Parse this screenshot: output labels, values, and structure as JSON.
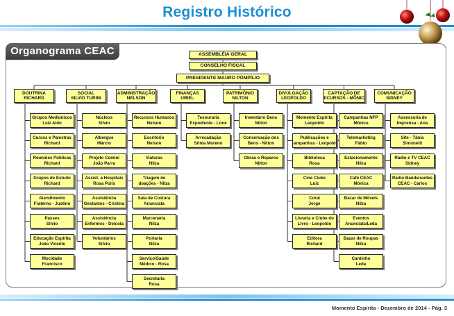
{
  "page_title": "Registro Histórico",
  "org_title": "Organograma  CEAC",
  "footer": "Momento Espírita -  Dezembro de 2014 - Pág. 3",
  "colors": {
    "title": "#1b8ed3",
    "box_fill": "#ffff9a",
    "stripe": "#1b8ed3"
  },
  "top": {
    "assembleia": "ASSEMBLÉIA GERAL",
    "conselho": "CONSELHO FISCAL",
    "presidente": "PRESIDENTE MAURO POMPÍLIO"
  },
  "departments": [
    {
      "l1": "DOUTRINA",
      "l2": "RICHARD",
      "items": [
        {
          "l1": "Grupos Mediúnicos",
          "l2": "Luiz Aldo"
        },
        {
          "l1": "Cursos e Palestras",
          "l2": "Richard"
        },
        {
          "l1": "Reuniões Públicas",
          "l2": "Richard"
        },
        {
          "l1": "Grupos de Estudo",
          "l2": "Richard"
        },
        {
          "l1": "Atendimento",
          "l2": "Fraterno - Justino"
        },
        {
          "l1": "Passes",
          "l2": "Silvio"
        },
        {
          "l1": "Educação Espírita",
          "l2": "João Vicente"
        },
        {
          "l1": "Mocidade",
          "l2": "Francisco"
        }
      ]
    },
    {
      "l1": "SOCIAL",
      "l2": "SILVIO TURINI",
      "items": [
        {
          "l1": "Núcleos",
          "l2": "Silvio"
        },
        {
          "l1": "Albergue",
          "l2": "Márcio"
        },
        {
          "l1": "Projeto Comini",
          "l2": "João Parra"
        },
        {
          "l1": "Assist. a Hospitais",
          "l2": "Rosa Pulis"
        },
        {
          "l1": "Assistência",
          "l2": "Gestantes - Cristina"
        },
        {
          "l1": "Assistência",
          "l2": "Enfermos - Deicola"
        },
        {
          "l1": "Voluntários",
          "l2": "Silvio"
        }
      ]
    },
    {
      "l1": "ADMINISTRAÇÃO",
      "l2": "NELSON",
      "items": [
        {
          "l1": "Recursos Humanos",
          "l2": "Nelson"
        },
        {
          "l1": "Escritório",
          "l2": "Nelson"
        },
        {
          "l1": "Viaturas",
          "l2": "Nilza"
        },
        {
          "l1": "Triagem de",
          "l2": "doações - Nilza"
        },
        {
          "l1": "Sala de Costura",
          "l2": "Anunciata"
        },
        {
          "l1": "Marcenaria",
          "l2": "Nilza"
        },
        {
          "l1": "Portaria",
          "l2": "Nilza"
        },
        {
          "l1": "Serviço/Saúde",
          "l2": "Médico - Rosa"
        },
        {
          "l1": "Secretaria",
          "l2": "Rosa"
        }
      ]
    },
    {
      "l1": "FINANÇAS",
      "l2": "URIEL",
      "items": [
        {
          "l1": "Tesouraria",
          "l2": "Expediente - Lone"
        },
        {
          "l1": "Arrecadação",
          "l2": "Sônia Moreno"
        }
      ]
    },
    {
      "l1": "PATRIMÔNIO",
      "l2": "NILTON",
      "items": [
        {
          "l1": "Inventário Bens",
          "l2": "Nilton"
        },
        {
          "l1": "Conservação dos",
          "l2": "Bens - Nilton"
        },
        {
          "l1": "Obras e Reparos",
          "l2": "Nilton"
        }
      ]
    },
    {
      "l1": "DIVULGAÇÃO",
      "l2": "LEOPOLDO",
      "items": [
        {
          "l1": "Momento Espírita",
          "l2": "Leopoldo"
        },
        {
          "l1": "Publicações e",
          "l2": "Campanhas - Leopoldo"
        },
        {
          "l1": "Biblioteca",
          "l2": "Rosa"
        },
        {
          "l1": "Cine Clube",
          "l2": "Luiz"
        },
        {
          "l1": "Coral",
          "l2": "Jorge"
        },
        {
          "l1": "Livraria e Clube do",
          "l2": "Livro - Leopoldo"
        },
        {
          "l1": "Editora",
          "l2": "Richard"
        }
      ]
    },
    {
      "l1": "CAPTAÇÃO DE",
      "l2": "RECURSOS - MÔNICA",
      "items": [
        {
          "l1": "Campanhas NFP",
          "l2": "Mônica"
        },
        {
          "l1": "Telemarketing",
          "l2": "Fábio"
        },
        {
          "l1": "Estacionamento",
          "l2": "Nilza"
        },
        {
          "l1": "Café CEAC",
          "l2": "Mônica"
        },
        {
          "l1": "Bazar de Móveis",
          "l2": "Nilza"
        },
        {
          "l1": "Eventos",
          "l2": "Anunciata/Leda"
        },
        {
          "l1": "Bazar de Roupas",
          "l2": "Nilza"
        },
        {
          "l1": "Cantinho",
          "l2": "Leda"
        }
      ]
    },
    {
      "l1": "COMUNICAÇÃO",
      "l2": "SIDNEY",
      "items": [
        {
          "l1": "Assessoria de",
          "l2": "Imprensa - Ana"
        },
        {
          "l1": "Site - Tânia",
          "l2": "Simonetti"
        },
        {
          "l1": "Rádio e TV CEAC",
          "l2": "Sidney"
        },
        {
          "l1": "Rádio Bandeirantes",
          "l2": "CEAC - Carlos"
        }
      ]
    }
  ]
}
